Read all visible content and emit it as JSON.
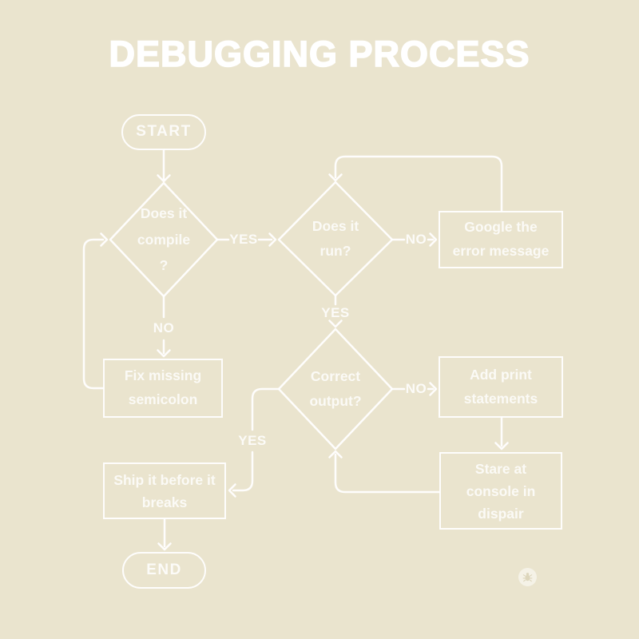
{
  "title": "DEBUGGING PROCESS",
  "colors": {
    "background": "#EAE4CE",
    "line": "#FFFFFF"
  },
  "nodes": {
    "start": {
      "label": "START"
    },
    "compile": {
      "lines": [
        "Does it",
        "compile",
        "?"
      ]
    },
    "run": {
      "lines": [
        "Does it",
        "run?"
      ]
    },
    "google": {
      "lines": [
        "Google the",
        "error message"
      ]
    },
    "fix": {
      "lines": [
        "Fix missing",
        "semicolon"
      ]
    },
    "correct": {
      "lines": [
        "Correct",
        "output?"
      ]
    },
    "add_print": {
      "lines": [
        "Add print",
        "statements"
      ]
    },
    "stare": {
      "lines": [
        "Stare at",
        "console in",
        "dispair"
      ]
    },
    "ship": {
      "lines": [
        "Ship it before it",
        "breaks"
      ]
    },
    "end": {
      "label": "END"
    }
  },
  "edge_labels": {
    "compile_yes": "YES",
    "compile_no": "NO",
    "run_no": "NO",
    "run_yes": "YES",
    "correct_no": "NO",
    "correct_yes": "YES"
  },
  "icons": {
    "footer_badge": "bug-icon"
  }
}
